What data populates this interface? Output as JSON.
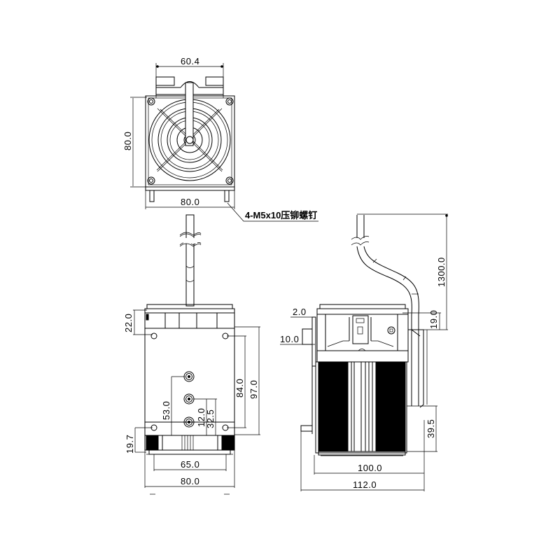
{
  "drawing": {
    "title": "Fan heater dimensional drawing",
    "units": "mm",
    "views": {
      "top_view": {
        "dimensions": {
          "width_top": "60.4",
          "height": "80.0",
          "width_bottom": "80.0"
        },
        "note": "4-M5x10压铆螺钉"
      },
      "front_view": {
        "dimensions": {
          "top_offset": "22.0",
          "hole_spacing_v": "84.0",
          "overall_height": "97.0",
          "terminal_53": "53.0",
          "terminal_12": "12.0",
          "terminal_32_5": "32.5",
          "bottom_offset": "19.7",
          "hole_spacing_h": "65.0",
          "overall_width": "80.0"
        }
      },
      "side_view": {
        "dimensions": {
          "flange_2": "2.0",
          "flange_10": "10.0",
          "cable_length": "1300.0",
          "cable_exit": "19.0",
          "bracket_height": "39.5",
          "body_depth": "100.0",
          "overall_depth": "112.0"
        }
      }
    }
  }
}
